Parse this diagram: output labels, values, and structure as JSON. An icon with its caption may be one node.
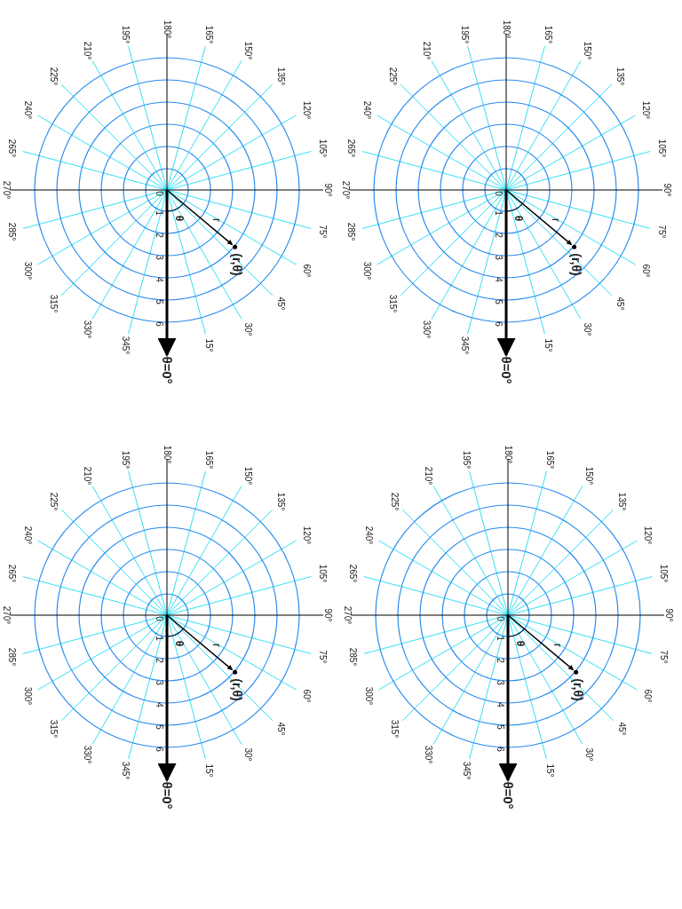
{
  "diagram": {
    "labels": [
      "θ=0°",
      "15°",
      "30°",
      "45°",
      "60°",
      "75°",
      "90°",
      "105°",
      "120°",
      "135°",
      "150°",
      "165°",
      "180°",
      "195°",
      "210°",
      "225°",
      "240°",
      "265°",
      "270°",
      "285°",
      "300°",
      "315°",
      "330°",
      "345°",
      "0",
      "1",
      "2",
      "3",
      "4",
      "5",
      "6",
      "r",
      "θ",
      "(r,θ)",
      "θ=0°",
      "15°",
      "30°",
      "45°",
      "60°",
      "75°",
      "90°",
      "105°",
      "120°",
      "135°",
      "150°",
      "165°",
      "180°",
      "195°",
      "210°",
      "225°",
      "240°",
      "265°",
      "270°",
      "285°",
      "300°",
      "315°",
      "330°",
      "345°",
      "0",
      "1",
      "2",
      "3",
      "4",
      "5",
      "6",
      "r",
      "θ",
      "(r,θ)",
      "θ=0°",
      "15°",
      "30°",
      "45°",
      "60°",
      "75°",
      "90°",
      "105°",
      "120°",
      "135°",
      "150°",
      "165°",
      "180°",
      "195°",
      "210°",
      "225°",
      "240°",
      "265°",
      "270°",
      "285°",
      "300°",
      "315°",
      "330°",
      "345°",
      "0",
      "1",
      "2",
      "3",
      "4",
      "5",
      "6",
      "r",
      "θ",
      "(r,θ)",
      "θ=0°",
      "15°",
      "30°",
      "45°",
      "60°",
      "75°",
      "90°",
      "105°",
      "120°",
      "135°",
      "150°",
      "165°",
      "180°",
      "195°",
      "210°",
      "225°",
      "240°",
      "265°",
      "270°",
      "285°",
      "300°",
      "315°",
      "330°",
      "345°",
      "0",
      "1",
      "2",
      "3",
      "4",
      "5",
      "6",
      "r",
      "θ",
      "(r,θ)"
    ]
  }
}
